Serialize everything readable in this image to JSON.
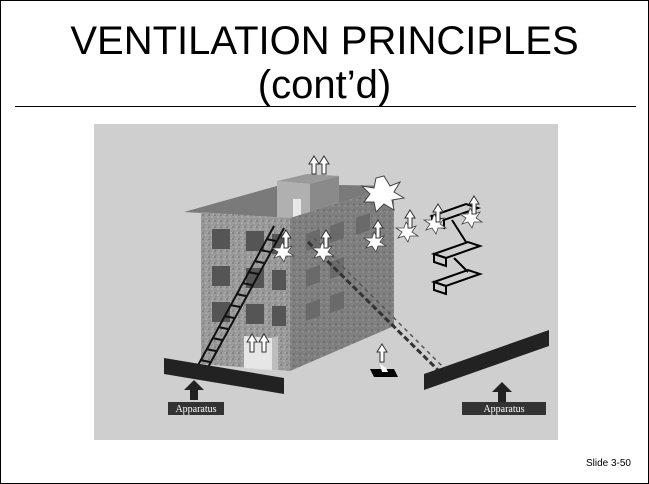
{
  "slide": {
    "title_line1": "VENTILATION PRINCIPLES",
    "title_line2": "(cont’d)",
    "slide_number": "Slide 3-50"
  },
  "illustration": {
    "left_label": "Apparatus",
    "right_label": "Apparatus",
    "background_color": "#cfcfcf",
    "wall_color": "#8c8c8c",
    "roof_color": "#7a7a7a",
    "window_color": "#555555"
  }
}
